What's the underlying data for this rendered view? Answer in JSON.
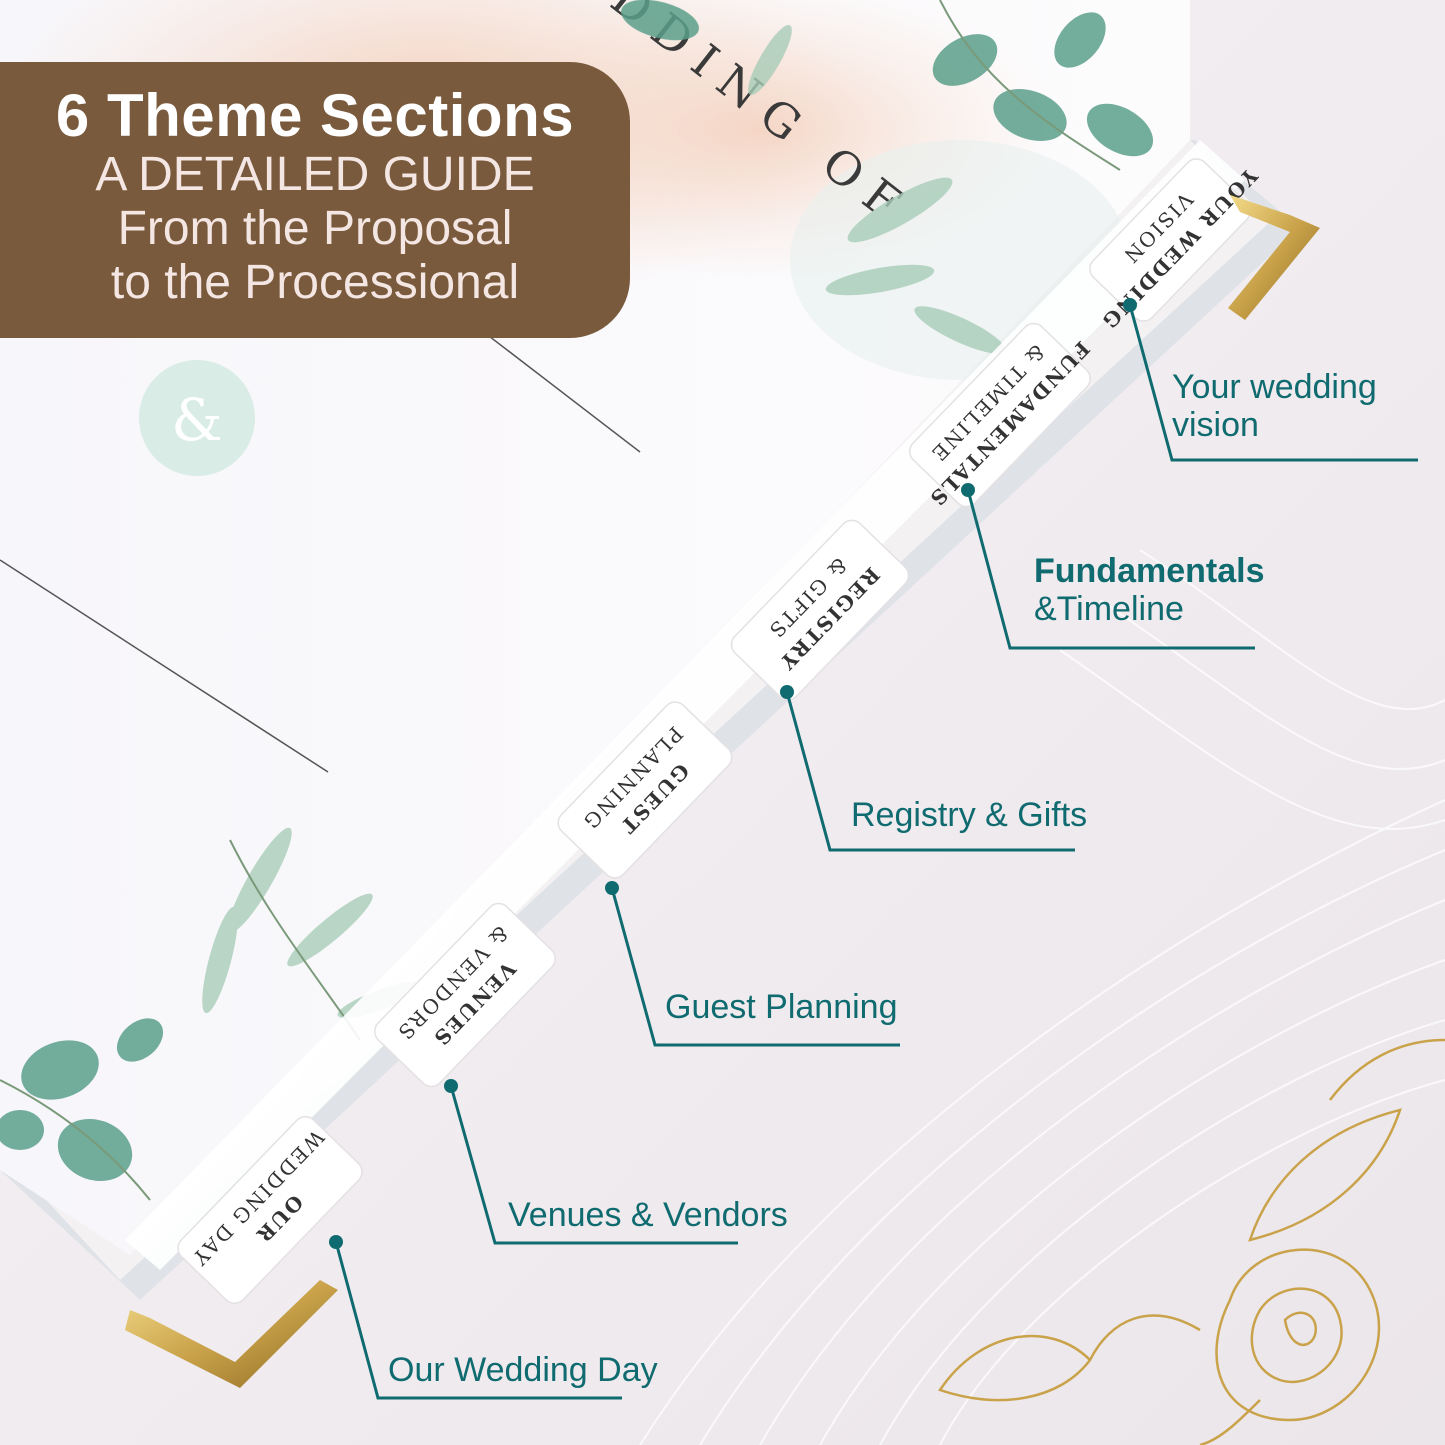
{
  "banner": {
    "title": "6 Theme Sections",
    "line1": "A DETAILED GUIDE",
    "line2": "From the Proposal",
    "line3": "to the Processional"
  },
  "page": {
    "title_text": "THE WEDDING OF",
    "monogram": "&"
  },
  "tabs": [
    {
      "line1": "YOUR WEDDING",
      "line2": "VISION"
    },
    {
      "line1": "FUNDAMENTALS",
      "line2": "& TIMELINE"
    },
    {
      "line1": "REGISTRY",
      "line2": "& GIFTS"
    },
    {
      "line1": "GUEST",
      "line2": "PLANNING"
    },
    {
      "line1": "VENUES",
      "line2": "& VENDORS"
    },
    {
      "line1": "OUR",
      "line2": "WEDDING DAY"
    }
  ],
  "callouts": [
    {
      "line1": "Your wedding",
      "line2": "vision"
    },
    {
      "line1": "Fundamentals",
      "line2": "&Timeline"
    },
    {
      "line1": "Registry & Gifts"
    },
    {
      "line1": "Guest Planning"
    },
    {
      "line1": "Venues & Vendors"
    },
    {
      "line1": "Our Wedding Day"
    }
  ],
  "colors": {
    "accent_teal": "#0f6b6f",
    "banner_brown": "#7a5a3d",
    "gold": "#c9a24a",
    "leaf_green": "#5a9f8a"
  }
}
